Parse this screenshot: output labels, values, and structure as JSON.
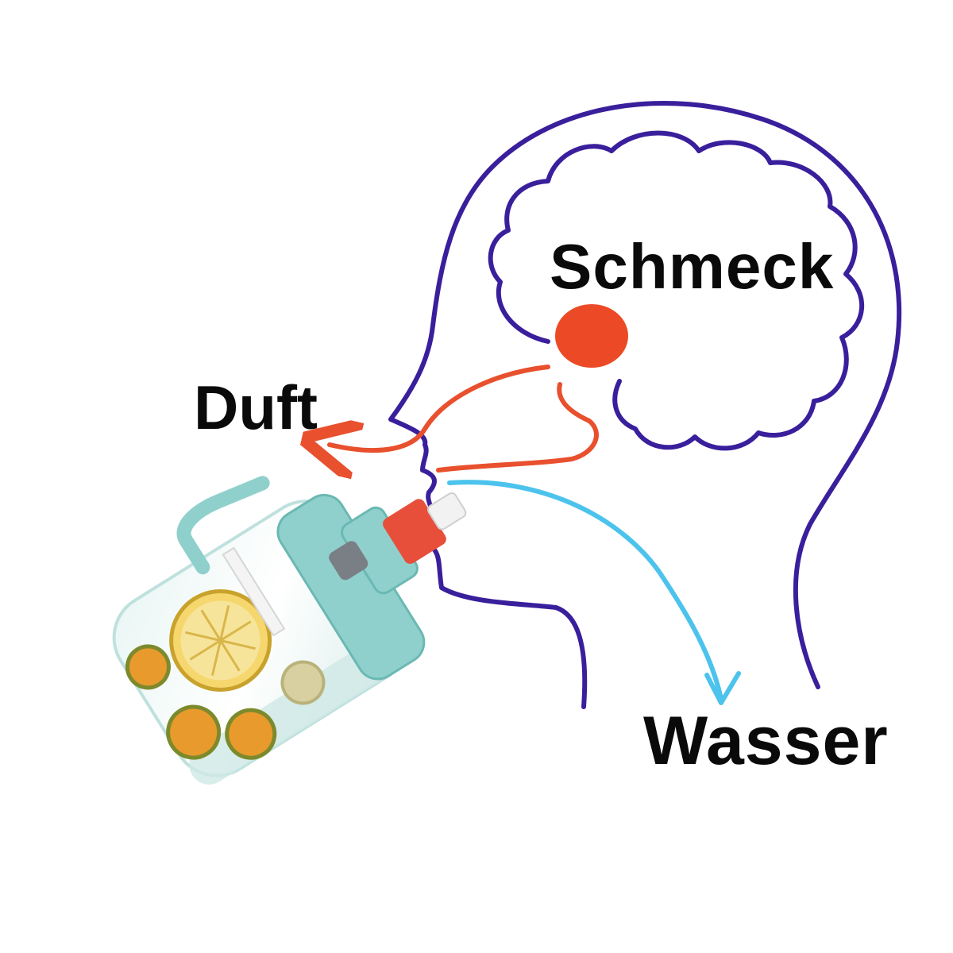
{
  "labels": {
    "taste": "Schmeck",
    "smell": "Duft",
    "water": "Wasser"
  },
  "colors": {
    "outline": "#3a1f9c",
    "smell_path": "#e8502e",
    "water_path": "#4cc3ec",
    "taste_center": "#ec4a26",
    "bottle_body": "#8fd0cc",
    "bottle_cap": "#e84f3a",
    "lemon": "#f2c94c",
    "orange": "#e99a2c"
  },
  "icons": {
    "head": "head-profile-outline",
    "brain": "brain-outline",
    "bottle": "water-bottle-with-fruit"
  }
}
